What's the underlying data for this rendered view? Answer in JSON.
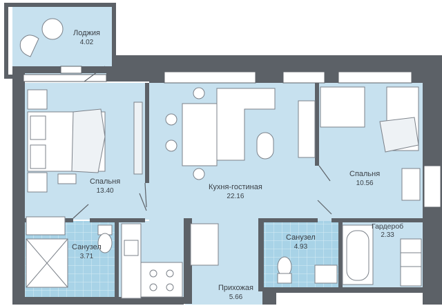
{
  "colors": {
    "wall": "#5c6167",
    "floor": "#c7e1ef",
    "tile": "#9fcde3",
    "furniture_stroke": "#7b8189",
    "furniture_fill": "#ffffff",
    "text": "#3a3f45"
  },
  "rooms": [
    {
      "id": "loggia",
      "name": "Лоджия",
      "area": "4.02"
    },
    {
      "id": "bedroom-left",
      "name": "Спальня",
      "area": "13.40"
    },
    {
      "id": "kitchen-living",
      "name": "Кухня-гостиная",
      "area": "22.16"
    },
    {
      "id": "bedroom-right",
      "name": "Спальня",
      "area": "10.56"
    },
    {
      "id": "bathroom-left",
      "name": "Санузел",
      "area": "3.71"
    },
    {
      "id": "bathroom-right",
      "name": "Санузел",
      "area": "4.93"
    },
    {
      "id": "wardrobe",
      "name": "Гардероб",
      "area": "2.33"
    },
    {
      "id": "hallway",
      "name": "Прихожая",
      "area": "5.66"
    }
  ]
}
